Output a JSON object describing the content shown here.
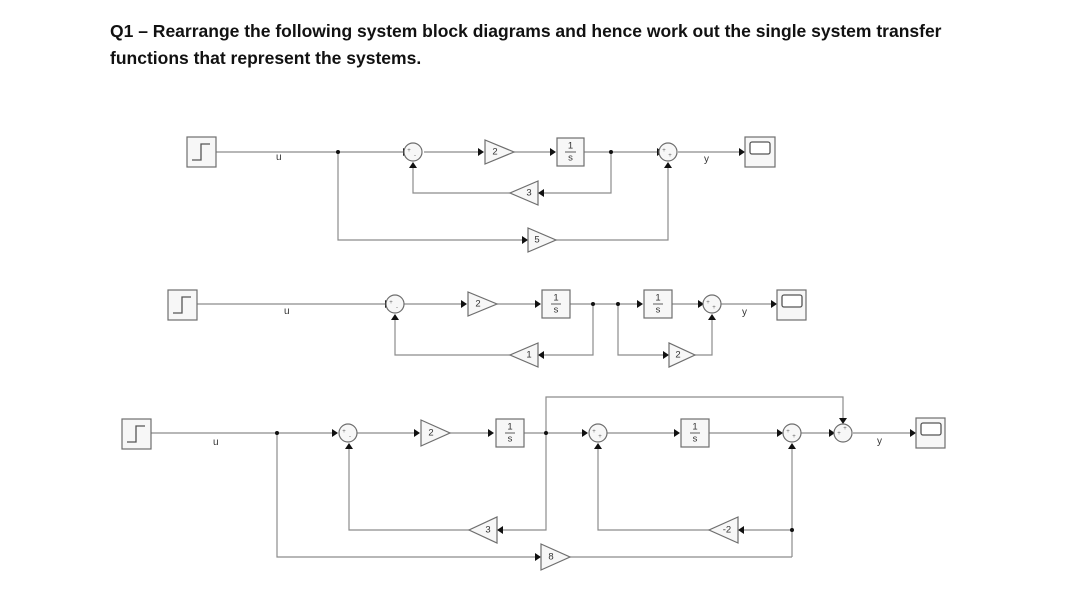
{
  "question": {
    "text": "Q1 – Rearrange the following system block diagrams and hence work out the single system transfer functions that represent the systems."
  },
  "colors": {
    "wire": "#8c8c8c",
    "block_border": "#6e6e6e",
    "block_fill": "#f7f7f7",
    "text": "#111111"
  },
  "diagrams": [
    {
      "id": "diagram-1",
      "input_signal": "u",
      "output_signal": "y",
      "forward_gain": "2",
      "integrator": {
        "num": "1",
        "den": "s"
      },
      "feedback_gain": "3",
      "feedforward_gain": "5",
      "sum1_signs": [
        "+",
        "-"
      ],
      "sum2_signs": [
        "+",
        "+"
      ]
    },
    {
      "id": "diagram-2",
      "input_signal": "u",
      "output_signal": "y",
      "forward_gain": "2",
      "integrator1": {
        "num": "1",
        "den": "s"
      },
      "feedback_gain": "1",
      "integrator2": {
        "num": "1",
        "den": "s"
      },
      "parallel_gain": "2",
      "sum1_signs": [
        "+",
        "-"
      ],
      "sum2_signs": [
        "+",
        "+"
      ]
    },
    {
      "id": "diagram-3",
      "input_signal": "u",
      "output_signal": "y",
      "forward_gain": "2",
      "integrator1": {
        "num": "1",
        "den": "s"
      },
      "feedback_gain": "3",
      "integrator2": {
        "num": "1",
        "den": "s"
      },
      "inner_feedback_gain": "-2",
      "feedforward_gain": "8",
      "sum1_signs": [
        "+",
        "-"
      ],
      "sum2_signs": [
        "+",
        "+"
      ],
      "sum3_signs": [
        "+",
        "+"
      ],
      "sum4_signs": [
        "+",
        "+"
      ]
    }
  ]
}
